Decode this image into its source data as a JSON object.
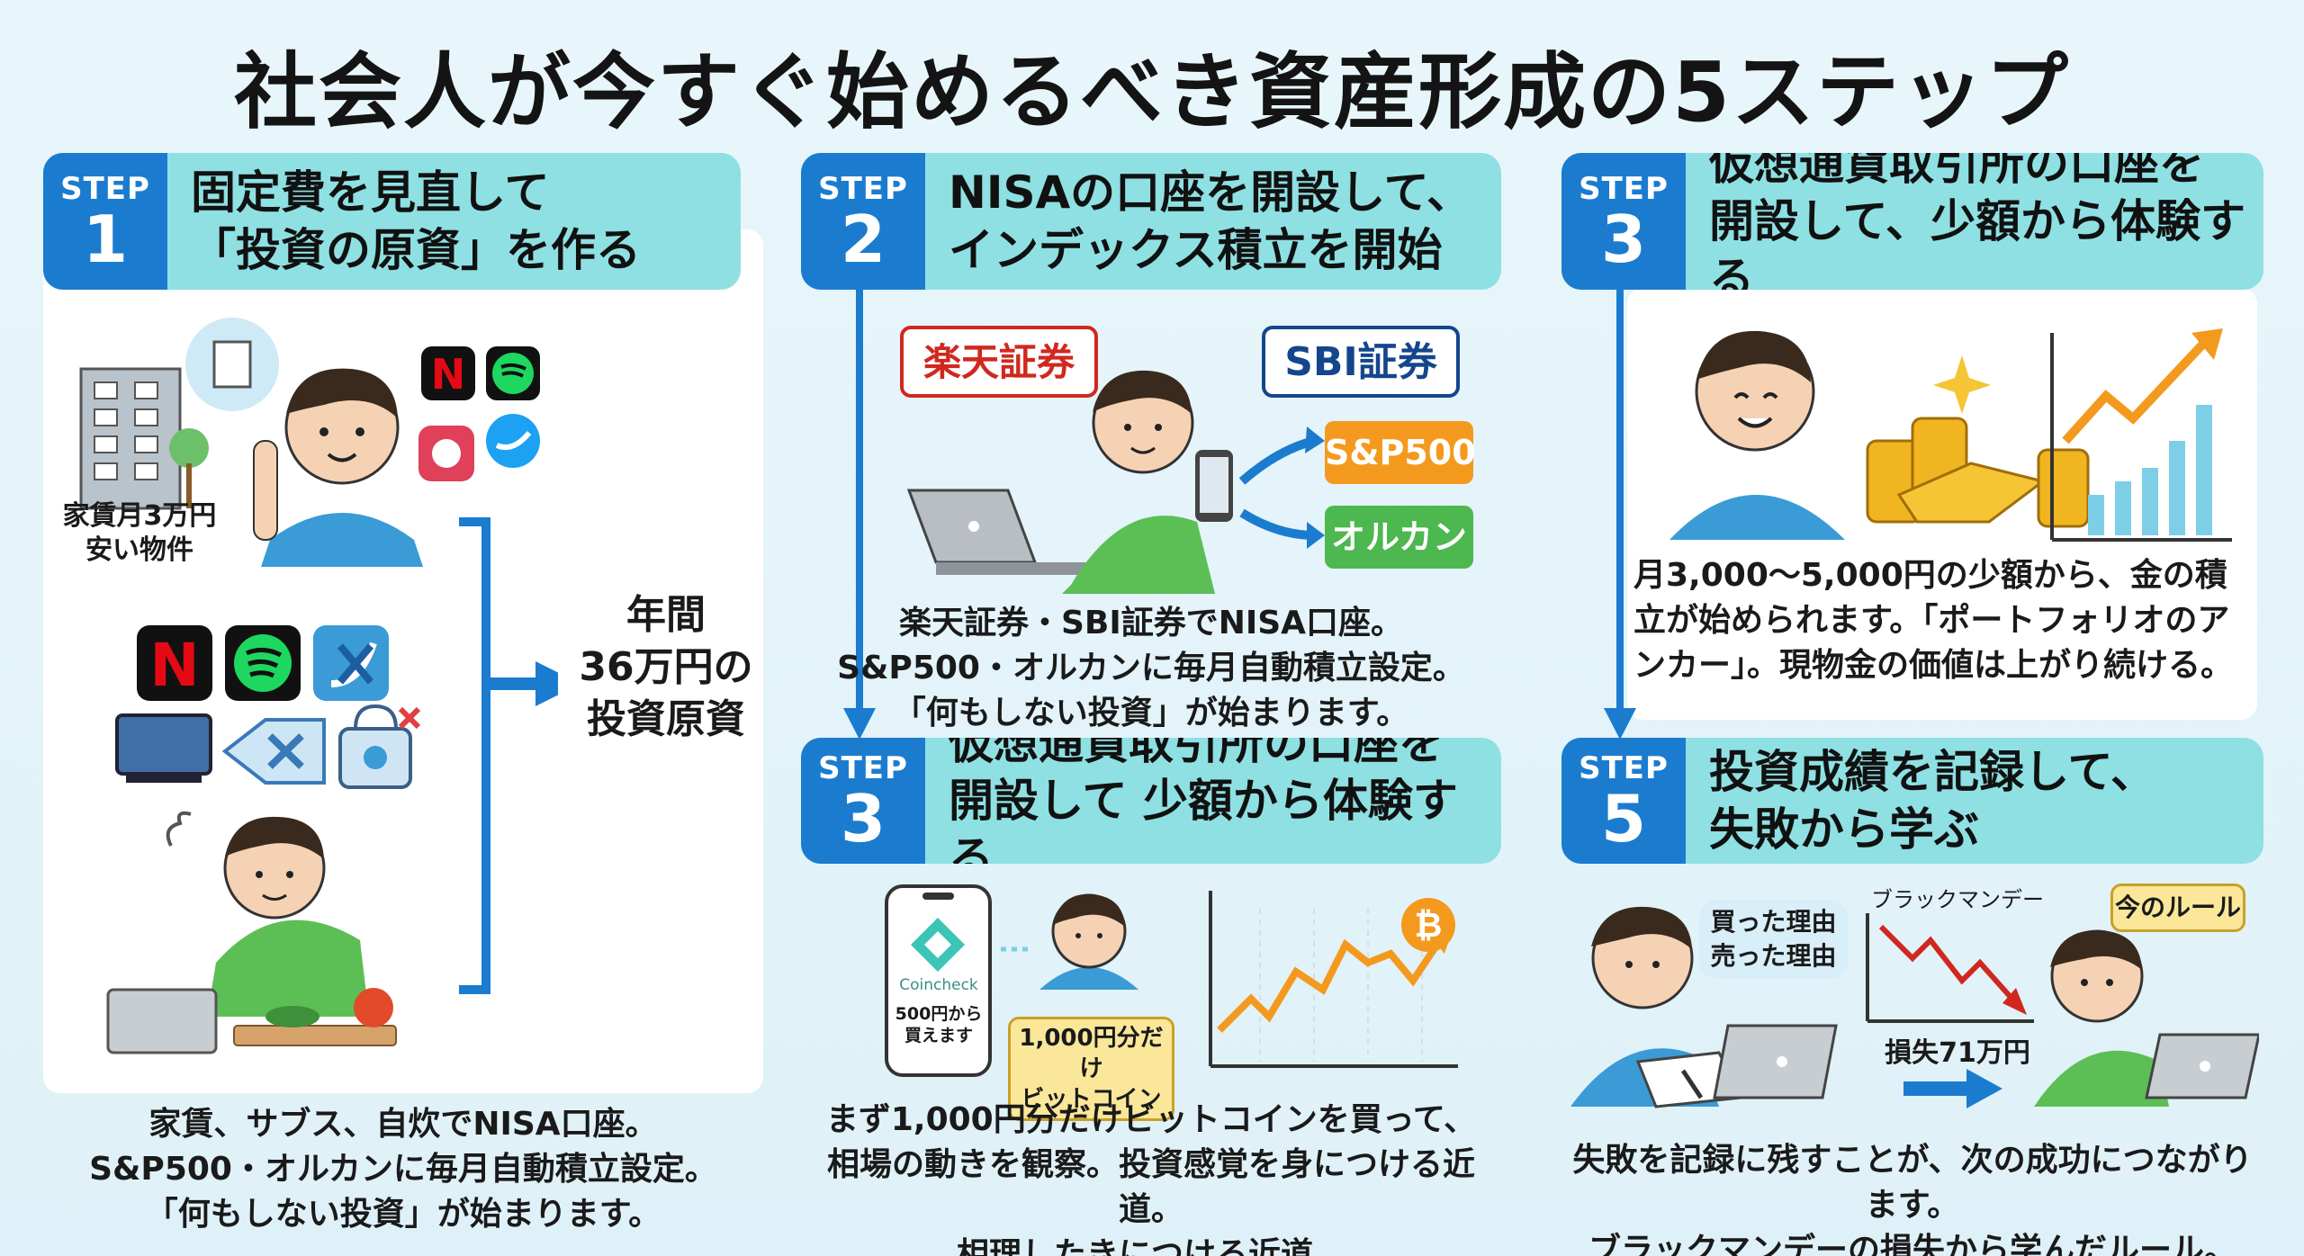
{
  "title": "社会人が今すぐ始めるべき資産形成の5ステップ",
  "step_word": "STEP",
  "steps": [
    {
      "num": "1",
      "title": "固定費を見直して\n「投資の原資」を作る"
    },
    {
      "num": "2",
      "title": "NISAの口座を開設して、\nインデックス積立を開始"
    },
    {
      "num": "3",
      "title": "仮想通貨取引所の口座を\n開設して、少額から体験する"
    },
    {
      "num": "3",
      "title": "仮想通貨取引所の口座を\n開設して 少額から体験する"
    },
    {
      "num": "5",
      "title": "投資成績を記録して、\n失敗から学ぶ"
    }
  ],
  "step1": {
    "rent_label": "家賃月3万円\n安い物件",
    "savings": "年間\n36万円の\n投資原資",
    "caption": "家賃、サブス、自炊でNISA口座。\nS&P500・オルカンに毎月自動積立設定。\n「何もしない投資」が始まります。"
  },
  "step2": {
    "rakuten": "楽天証券",
    "sbi": "SBI証券",
    "sp500": "S&P500",
    "orcan": "オルカン",
    "caption": "楽天証券・SBI証券でNISA口座。\nS&P500・オルカンに毎月自動積立設定。\n「何もしない投資」が始まります。"
  },
  "step3_right": {
    "caption": "月3,000〜5,000円の少額から、金の積\n立が始められます。「ポートフォリオのア\nンカー」。現物金の価値は上がり続ける。"
  },
  "step3_mid": {
    "app_name": "Coincheck",
    "phone_text": "500円から\n買えます",
    "bubble": "1,000円分だけ\nビットコイン",
    "btc": "₿",
    "caption": "まず1,000円分だけビットコインを買って、\n相場の動きを観察。投資感覚を身につける近道。\n相理したきにつける近道。"
  },
  "step5": {
    "bubble_reason": "買った理由\n売った理由",
    "chart_label": "ブラックマンデー",
    "loss_label": "損失71万円",
    "rule_bubble": "今のルール",
    "caption": "失敗を記録に残すことが、次の成功につながります。\nブラックマンデーの損失から学んだルール。"
  },
  "colors": {
    "accent_blue": "#1b7ccf",
    "header_teal": "#8fe0e3",
    "orange": "#f39a1e",
    "green": "#4cb84f",
    "person_green": "#5cbf55",
    "person_blue": "#3a9bd6"
  }
}
